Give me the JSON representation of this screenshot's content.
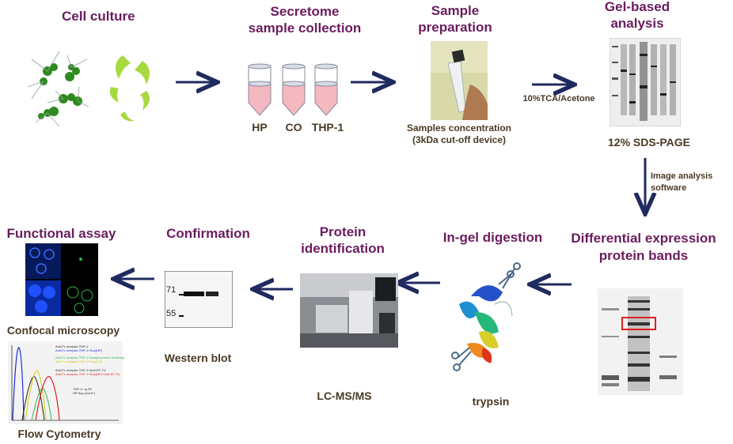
{
  "steps": {
    "cell_culture": "Cell culture",
    "secretome_1": "Secretome",
    "secretome_2": "sample collection",
    "sample_prep_1": "Sample",
    "sample_prep_2": "preparation",
    "gel_based_1": "Gel-",
    "gel_based_2": "based",
    "gel_based_3": "analysis",
    "differential_1": "Differential expression",
    "differential_2": "protein bands",
    "in_gel_digestion": "In-gel digestion",
    "protein_id_1": "Protein",
    "protein_id_2": "identification",
    "confirmation": "Confirmation",
    "functional_assay": "Functional assay"
  },
  "labels": {
    "tube_hp": "HP",
    "tube_co": "CO",
    "tube_thp1": "THP-1",
    "concentration_1": "Samples concentration",
    "concentration_2": "(3kDa cut-off device)",
    "tca_acetone": "10%TCA/Acetone",
    "sds_page": "12%  SDS-PAGE",
    "image_analysis_1": "Image analysis",
    "image_analysis_2": "software",
    "trypsin": "trypsin",
    "lcms": "LC-MS/MS",
    "western_blot": "Western blot",
    "marker_71": "71",
    "marker_55": "55",
    "confocal": "Confocal microscopy",
    "flow_cytometry": "Flow Cytometry"
  },
  "flow_legend": {
    "l1": "Anti-Fc receptor-THP-1",
    "l2": "Anti-Fc receptor-THP-1+Sup(HP)",
    "l3": "Anti-Fc receptor-THP-1+Isotype(control antibody)",
    "l4": "Anti-Fc receptor-THP-1+Sup(CO)",
    "l5": "Anti-Fc receptor-THP-1+Anti-EF-TU",
    "l6": "Anti-Fc receptor-THP-1+Sup(HP)+Anti-EF-TU",
    "l7": "THP-1+ Iy EF",
    "l8": "HP Sup (1x10^)"
  },
  "colors": {
    "step_text": "#6b1c5e",
    "caption_text": "#4a3a25",
    "arrow": "#1f2a5e",
    "tube": "#f4b8c0",
    "highlight_box": "#e0201e"
  }
}
